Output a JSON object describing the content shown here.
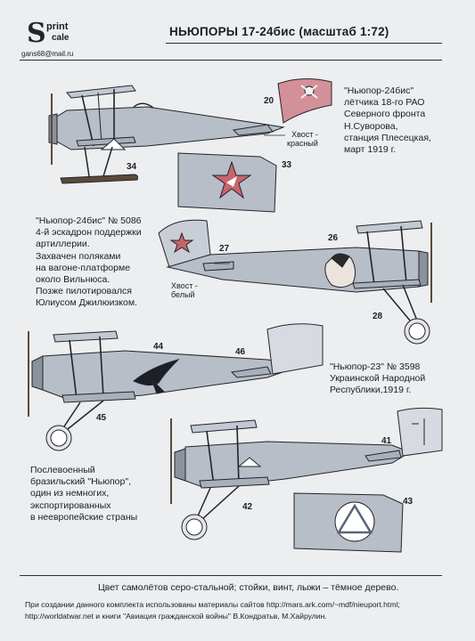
{
  "header": {
    "logo_initial": "S",
    "logo_word1": "print",
    "logo_word2": "cale",
    "email": "gans68@mail.ru",
    "title": "НЬЮПОРЫ 17-24бис (масштаб 1:72)"
  },
  "plane1": {
    "caption_lines": [
      "\"Ньюпор-24бис\"",
      "лётчика 18-го РАО",
      "Северного фронта",
      "Н.Суворова,",
      "станция Плесецкая,",
      "март 1919 г."
    ],
    "tail_note_lines": [
      "Хвост -",
      "красный"
    ],
    "markers": [
      "20",
      "33",
      "34"
    ]
  },
  "plane2": {
    "caption_lines": [
      "\"Ньюпор-24бис\" № 5086",
      "4-й эскадрон поддержки",
      "артиллерии.",
      "Захвачен поляками",
      "на вагоне-платформе",
      "около Вильнюса.",
      "Позже пилотировался",
      "Юлиусом Джилюизком."
    ],
    "tail_note_lines": [
      "Хвост -",
      "белый"
    ],
    "markers": [
      "26",
      "27",
      "28"
    ]
  },
  "plane3": {
    "caption_lines": [
      "\"Ньюпор-23\" № 3598",
      "Украинской Народной",
      "Республики,1919 г."
    ],
    "markers": [
      "44",
      "46",
      "45"
    ]
  },
  "plane4": {
    "caption_lines": [
      "Послевоенный",
      "бразильский \"Ньюпор\",",
      "один из немногих,",
      "экспортированных",
      "в неевропейские страны"
    ],
    "markers": [
      "41",
      "42",
      "43"
    ]
  },
  "footer": {
    "colors_note": "Цвет самолётов серо-стальной; стойки, винт, лыжи – тёмное дерево.",
    "sources_line1": "При создании данного комплекта использованы материалы сайтов http://mars.ark.com/~mdf/nieuport.html;",
    "sources_line2": "http://worldatwar.net и книги \"Авиация гражданской войны\" В.Кондратьв, М.Хайрулин."
  },
  "colors": {
    "aircraft_gray": "#b7bec8",
    "wood": "#5a4a3a",
    "star_red": "#c8646c",
    "tail_red": "#d49098",
    "ink": "#1b1d22"
  }
}
